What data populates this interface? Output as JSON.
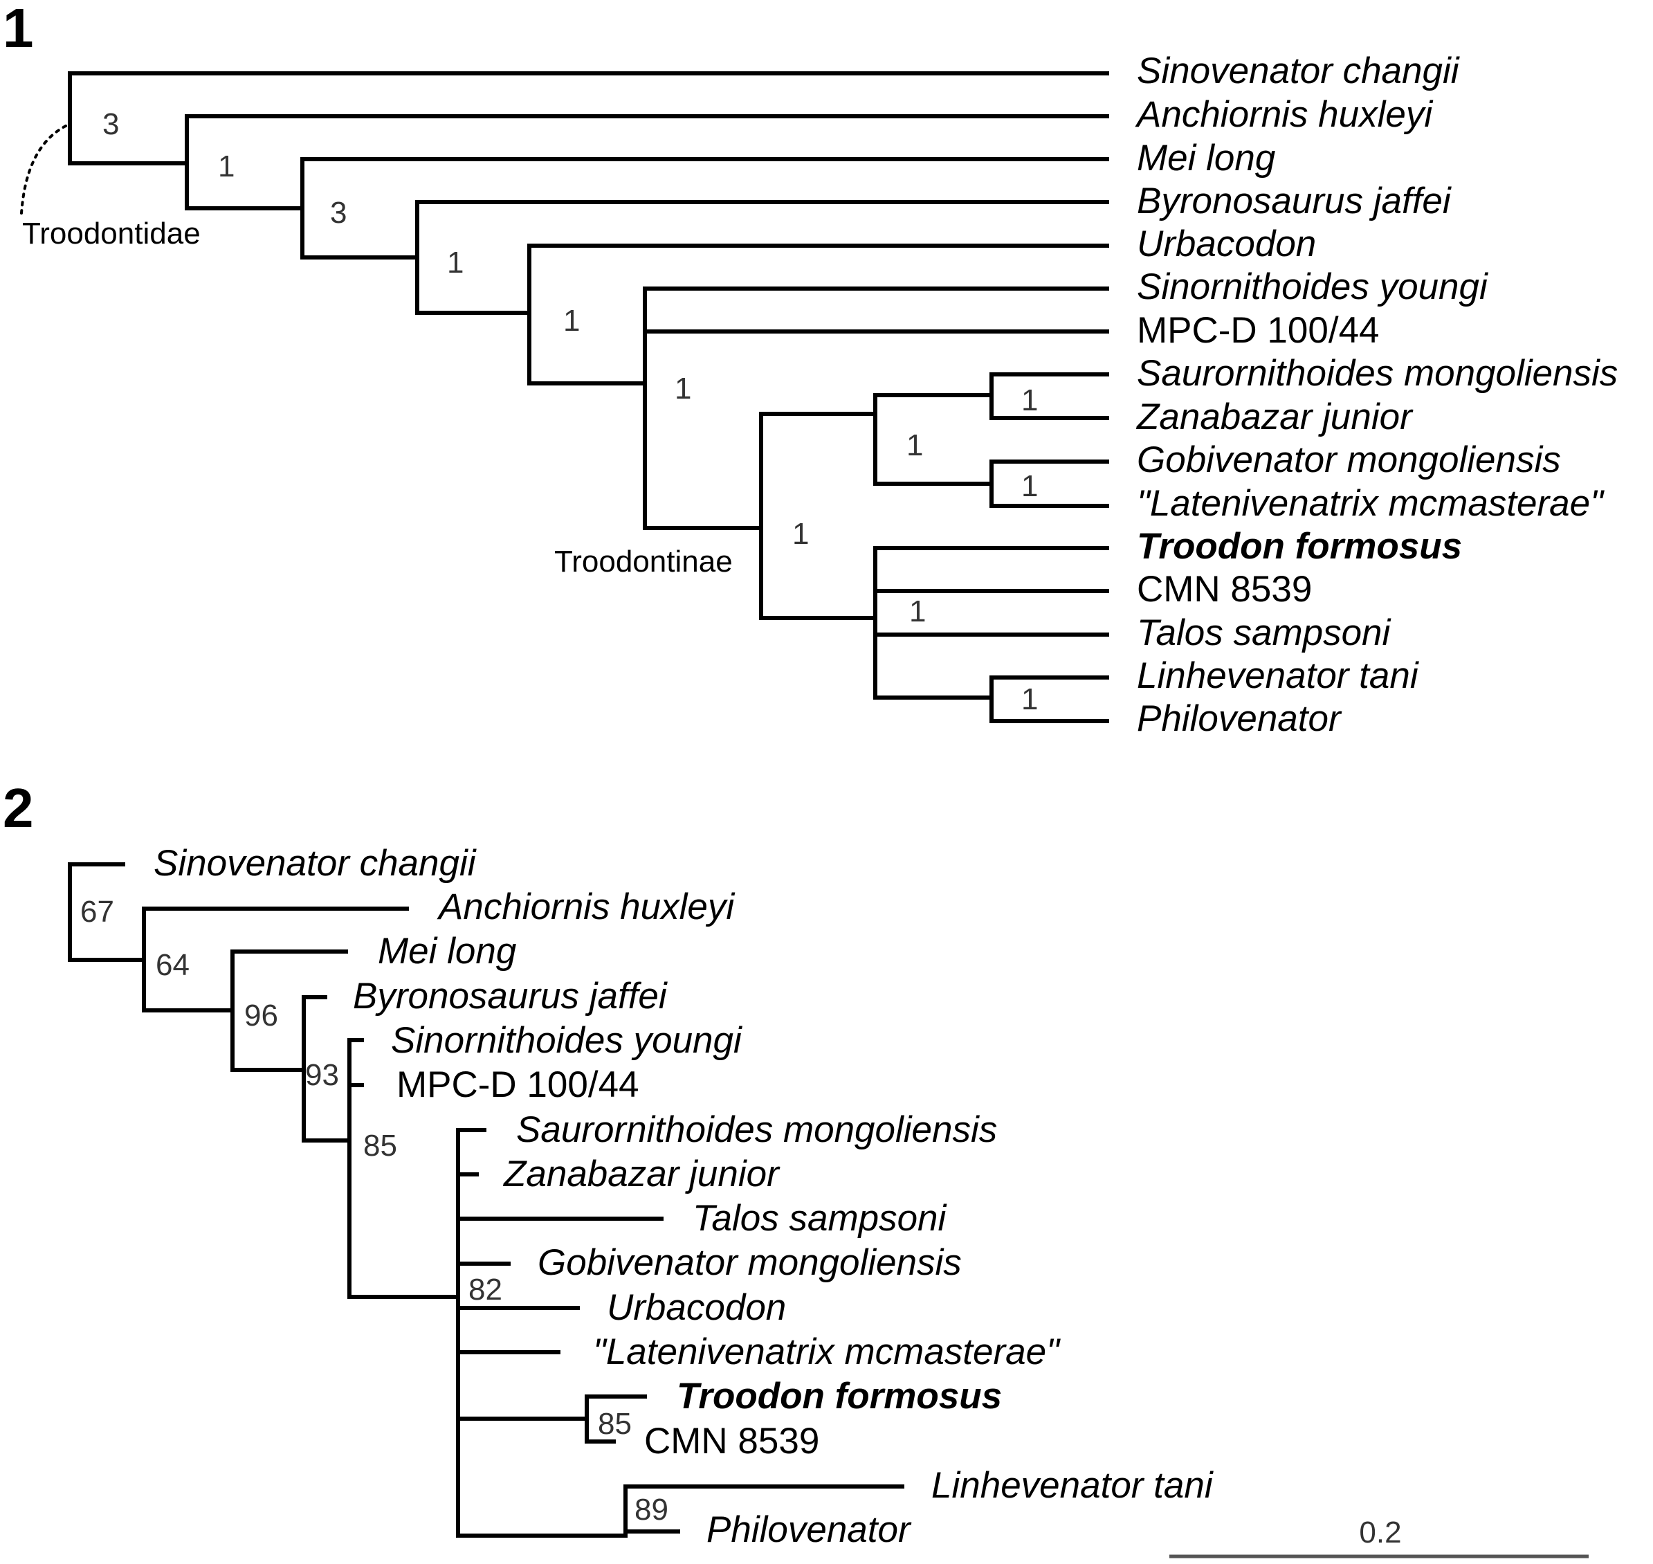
{
  "panels": [
    {
      "label": "1",
      "taxa": [
        {
          "name": "Sinovenator changii",
          "italic": true,
          "bold": false
        },
        {
          "name": "Anchiornis huxleyi",
          "italic": true,
          "bold": false
        },
        {
          "name": "Mei long",
          "italic": true,
          "bold": false
        },
        {
          "name": "Byronosaurus jaffei",
          "italic": true,
          "bold": false
        },
        {
          "name": "Urbacodon",
          "italic": true,
          "bold": false
        },
        {
          "name": "Sinornithoides youngi",
          "italic": true,
          "bold": false
        },
        {
          "name": "MPC-D 100/44",
          "italic": false,
          "bold": false
        },
        {
          "name": "Saurornithoides mongoliensis",
          "italic": true,
          "bold": false
        },
        {
          "name": "Zanabazar junior",
          "italic": true,
          "bold": false
        },
        {
          "name": "Gobivenator mongoliensis",
          "italic": true,
          "bold": false
        },
        {
          "name": "\"Latenivenatrix mcmasterae\"",
          "italic": true,
          "bold": false
        },
        {
          "name": "Troodon formosus",
          "italic": true,
          "bold": true
        },
        {
          "name": "CMN 8539",
          "italic": false,
          "bold": false
        },
        {
          "name": "Talos sampsoni",
          "italic": true,
          "bold": false
        },
        {
          "name": "Linhevenator tani",
          "italic": true,
          "bold": false
        },
        {
          "name": "Philovenator",
          "italic": true,
          "bold": false
        }
      ],
      "supports": [
        "3",
        "1",
        "3",
        "1",
        "1",
        "1",
        "1",
        "1",
        "1",
        "1",
        "1",
        "1"
      ],
      "clade_labels": [
        "Troodontidae",
        "Troodontinae"
      ]
    },
    {
      "label": "2",
      "taxa": [
        {
          "name": "Sinovenator changii",
          "italic": true,
          "bold": false
        },
        {
          "name": "Anchiornis huxleyi",
          "italic": true,
          "bold": false
        },
        {
          "name": "Mei long",
          "italic": true,
          "bold": false
        },
        {
          "name": "Byronosaurus jaffei",
          "italic": true,
          "bold": false
        },
        {
          "name": "Sinornithoides youngi",
          "italic": true,
          "bold": false
        },
        {
          "name": "MPC-D 100/44",
          "italic": false,
          "bold": false
        },
        {
          "name": "Saurornithoides mongoliensis",
          "italic": true,
          "bold": false
        },
        {
          "name": "Zanabazar junior",
          "italic": true,
          "bold": false
        },
        {
          "name": "Talos sampsoni",
          "italic": true,
          "bold": false
        },
        {
          "name": "Gobivenator mongoliensis",
          "italic": true,
          "bold": false
        },
        {
          "name": "Urbacodon",
          "italic": true,
          "bold": false
        },
        {
          "name": "\"Latenivenatrix mcmasterae\"",
          "italic": true,
          "bold": false
        },
        {
          "name": "Troodon formosus",
          "italic": true,
          "bold": true
        },
        {
          "name": "CMN 8539",
          "italic": false,
          "bold": false
        },
        {
          "name": "Linhevenator tani",
          "italic": true,
          "bold": false
        },
        {
          "name": "Philovenator",
          "italic": true,
          "bold": false
        }
      ],
      "supports": [
        "67",
        "64",
        "96",
        "93",
        "85",
        "82",
        "85",
        "89"
      ],
      "scale_label": "0.2"
    }
  ]
}
